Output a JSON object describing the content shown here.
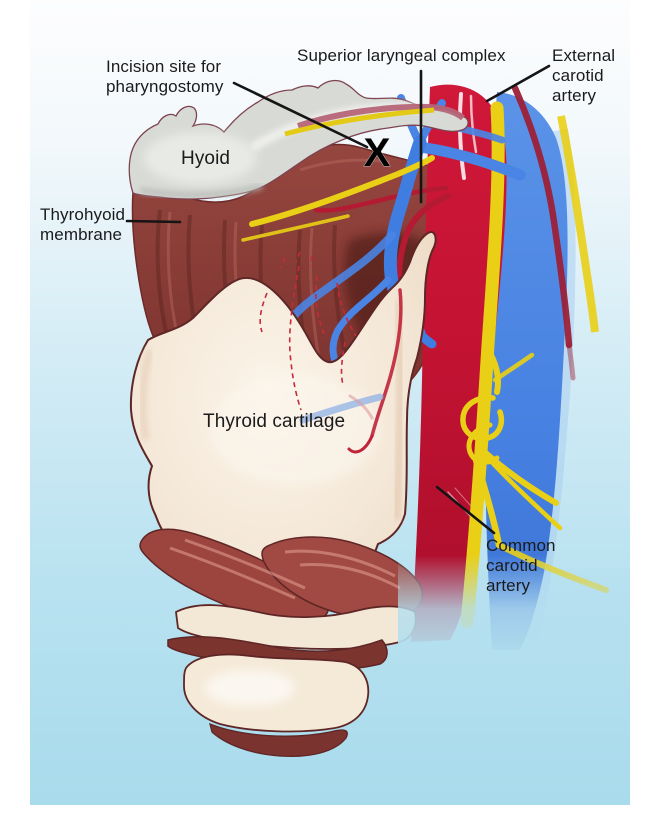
{
  "illustration": {
    "marker": "X",
    "labels": {
      "incision_site": "Incision site for\npharyngostomy",
      "superior_laryngeal": "Superior laryngeal complex",
      "external_carotid": "External\ncarotid\nartery",
      "hyoid": "Hyoid",
      "thyrohyoid_membrane": "Thyrohyoid\nmembrane",
      "thyroid_cartilage": "Thyroid cartilage",
      "common_carotid": "Common\ncarotid\nartery"
    },
    "colors": {
      "background_top": "#fdfdfe",
      "background_bottom": "#a8dbec",
      "artery_red": "#c51334",
      "vein_blue": "#4b86e3",
      "nerve_yellow": "#e9cf16",
      "dashed_red": "#c62a3c",
      "deep_vessel_maroon": "#9c2138",
      "muscle_red": "#8a3d38",
      "cartilage_cream": "#f4e7d7",
      "bone_gray": "#d8dad6",
      "leader_line": "#151515",
      "label_text": "#1b1b1b"
    }
  }
}
